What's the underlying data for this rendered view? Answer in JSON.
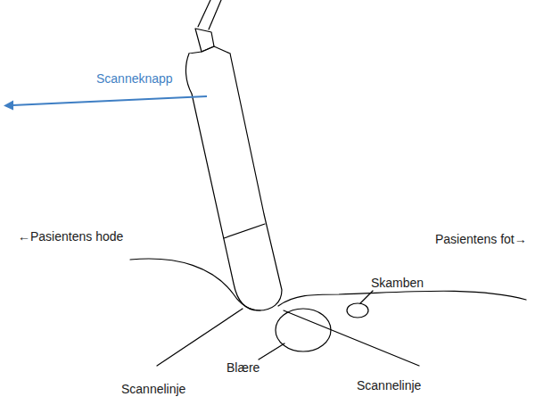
{
  "diagram": {
    "labels": [
      "Scanneknapp",
      "Skamben",
      "←Pasientens hode",
      "Pasientens fot→",
      "Blære",
      "Scannelinje",
      "Scannelinje"
    ]
  }
}
